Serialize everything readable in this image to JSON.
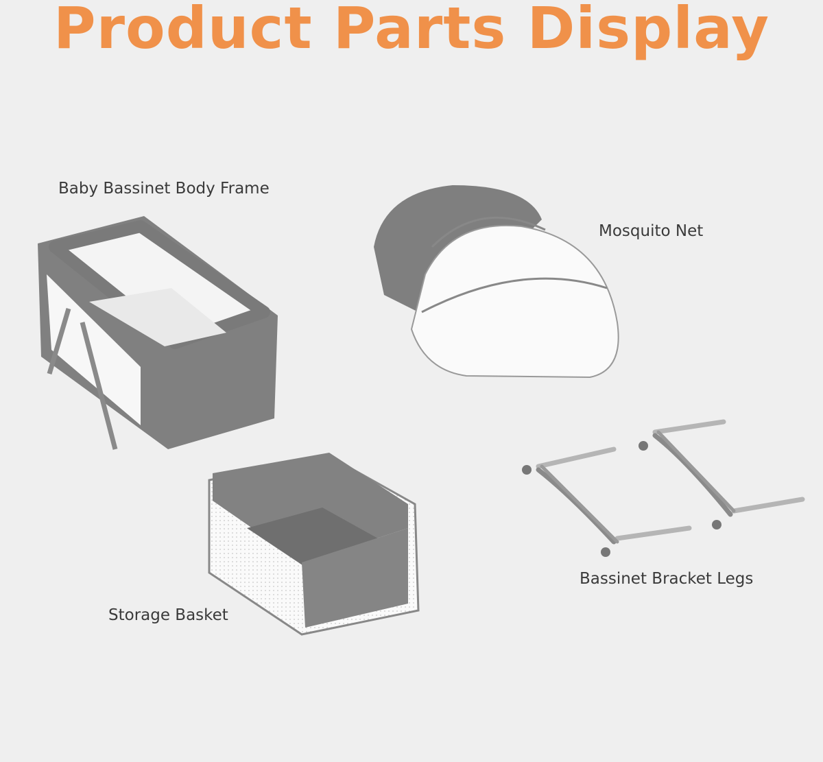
{
  "title": "Product Parts Display",
  "colors": {
    "accent": "#f0914a",
    "background": "#efefef",
    "fabric": "#7d7d7d"
  },
  "parts": [
    {
      "label": "Baby Bassinet Body Frame"
    },
    {
      "label": "Mosquito Net"
    },
    {
      "label": "Storage Basket"
    },
    {
      "label": "Bassinet Bracket Legs"
    }
  ]
}
